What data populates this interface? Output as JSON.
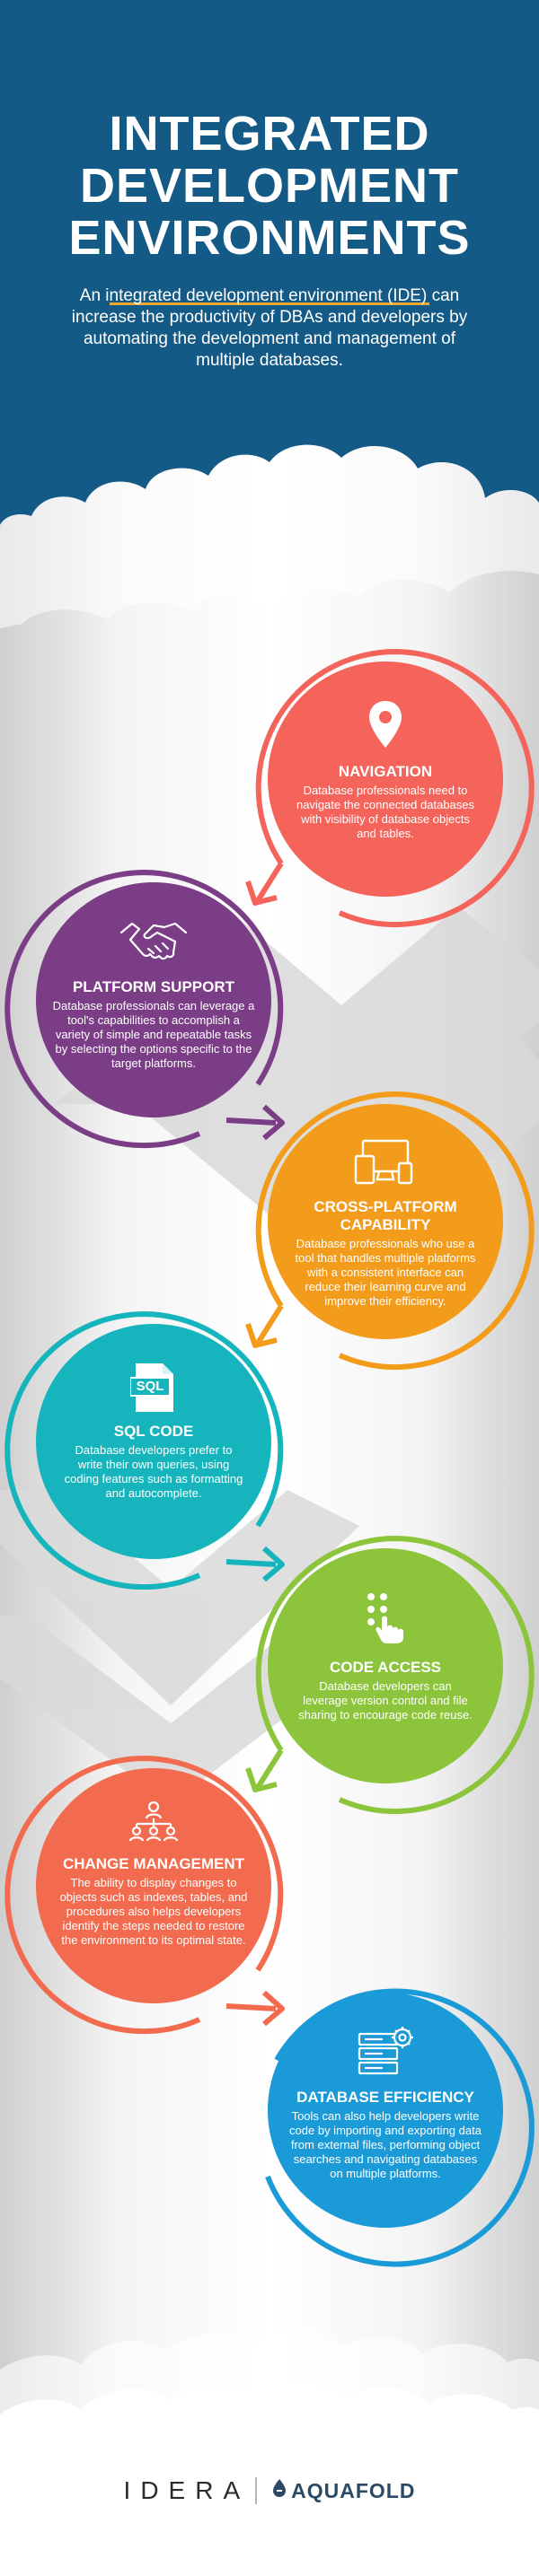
{
  "header": {
    "title_lines": [
      "INTEGRATED",
      "DEVELOPMENT",
      "ENVIRONMENTS"
    ],
    "intro": "An integrated development environment (IDE) can increase the productivity of DBAs and developers by automating the development and management of multiple databases."
  },
  "colors": {
    "header_blue": "#145a86",
    "accent_rule": "#f0a630",
    "navigation": "#f4645a",
    "platform_support": "#7a3d86",
    "cross_platform": "#f39c1c",
    "sql_code": "#16b5bd",
    "code_access": "#8cc43c",
    "change_management": "#f26b4e",
    "database_efficiency": "#1b9ad8"
  },
  "steps": [
    {
      "key": "navigation",
      "icon": "location-pin-icon",
      "heading": "NAVIGATION",
      "body": "Database professionals need to navigate the connected databases with visibility of database objects and tables."
    },
    {
      "key": "platform_support",
      "icon": "handshake-icon",
      "heading": "PLATFORM SUPPORT",
      "body": "Database professionals can leverage a tool's capabilities to accomplish a variety of simple and repeatable tasks by selecting the options specific to the target platforms."
    },
    {
      "key": "cross_platform",
      "icon": "devices-icon",
      "heading": "CROSS-PLATFORM CAPABILITY",
      "body": "Database professionals who use a tool that handles multiple platforms with a consistent interface can reduce their learning curve and improve their efficiency."
    },
    {
      "key": "sql_code",
      "icon": "sql-file-icon",
      "icon_text": "SQL",
      "heading": "SQL CODE",
      "body": "Database developers prefer to write their own queries, using coding features such as formatting and autocomplete."
    },
    {
      "key": "code_access",
      "icon": "touch-pointer-icon",
      "heading": "CODE ACCESS",
      "body": "Database developers can leverage version control and file sharing to encourage code reuse."
    },
    {
      "key": "change_management",
      "icon": "org-chart-icon",
      "heading": "CHANGE MANAGEMENT",
      "body": "The ability to display changes to objects such as indexes, tables, and procedures also helps developers identify the steps needed to restore the environment to its optimal state."
    },
    {
      "key": "database_efficiency",
      "icon": "server-gear-icon",
      "heading": "DATABASE EFFICIENCY",
      "body": "Tools can also help developers write code by importing and exporting data from external files, performing object searches and navigating databases on multiple platforms."
    }
  ],
  "footer": {
    "idera": "IDERA",
    "aquafold": "AQUAFOLD",
    "aquafold_mark": "aquafold-logo-icon"
  }
}
